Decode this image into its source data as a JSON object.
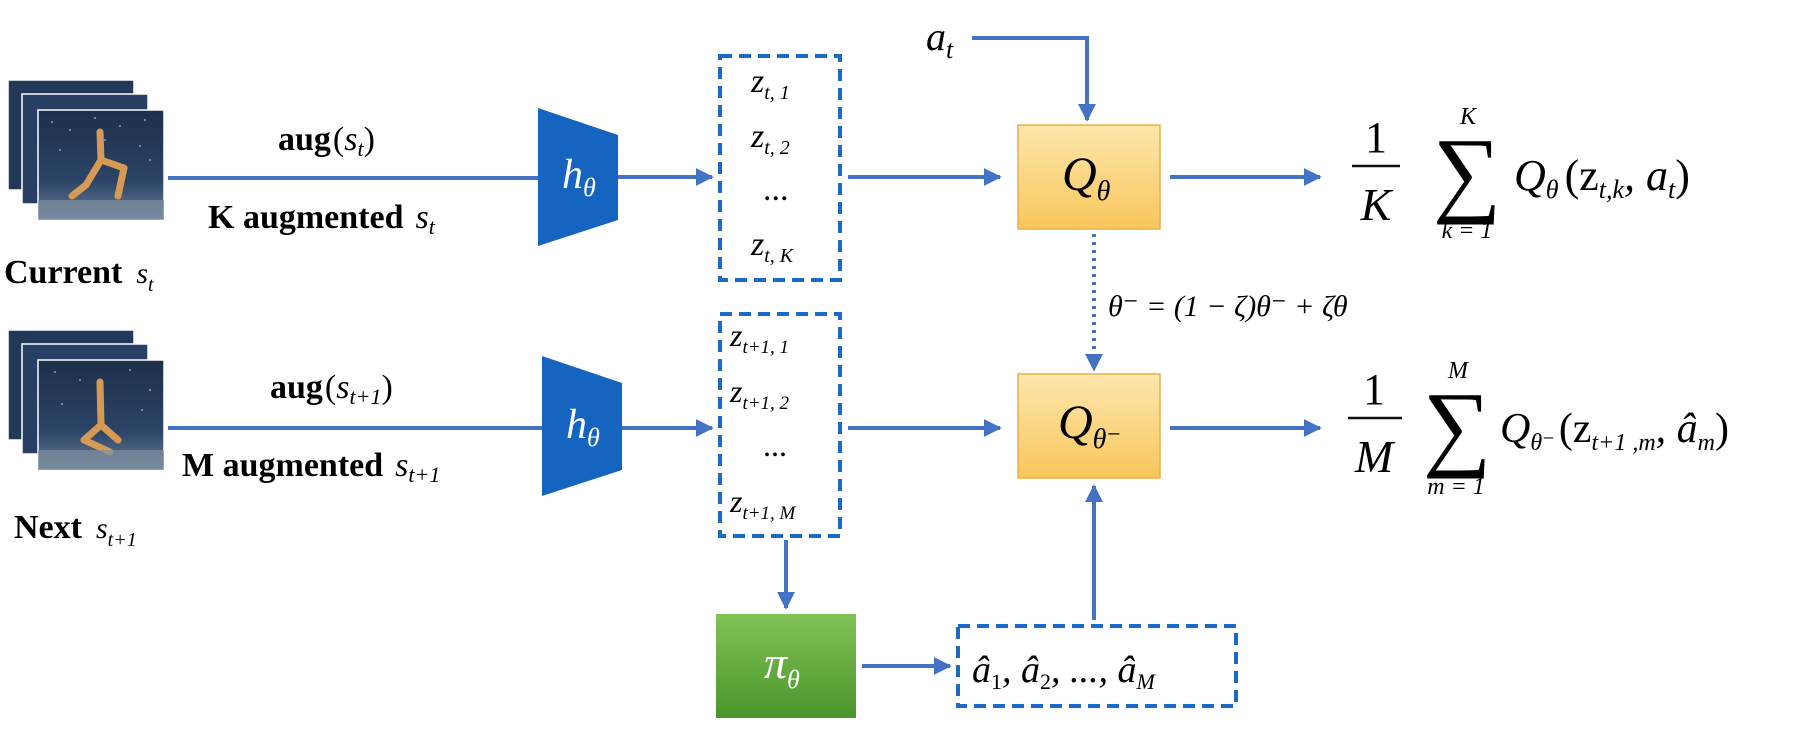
{
  "colors": {
    "arrow": "#4472c4",
    "encoder": "#1565c0",
    "encoder_text": "#ffffff",
    "q_fill_top": "#fde3a0",
    "q_fill_bottom": "#f9c85c",
    "q_border": "#e6a83a",
    "pi_fill_top": "#7fbf52",
    "pi_fill_bottom": "#4e9a2e",
    "dashed_box": "#1a6ac9",
    "background": "#ffffff"
  },
  "icons": {
    "current_frames": "walker-frame-stack-icon",
    "next_frames": "walker-frame-stack-icon"
  },
  "top": {
    "current_label_word": "Current",
    "current_label_var": "s",
    "current_label_sub": "t",
    "aug_word": "aug",
    "aug_arg_var": "s",
    "aug_arg_sub": "t",
    "aug_desc_word": "K augmented",
    "aug_desc_var": "s",
    "aug_desc_sub": "t",
    "encoder_var": "h",
    "encoder_sub": "θ",
    "latents": [
      {
        "var": "z",
        "sub": "t, 1"
      },
      {
        "var": "z",
        "sub": "t, 2"
      },
      {
        "var": "",
        "sub": "...",
        "ellipsis": "..."
      },
      {
        "var": "z",
        "sub": "t, K"
      }
    ],
    "action_var": "a",
    "action_sub": "t",
    "q_var": "Q",
    "q_sub": "θ",
    "output": {
      "frac_num": "1",
      "frac_den": "K",
      "sum_top": "K",
      "sum_bottom": "k = 1",
      "term": "Q",
      "term_sub": "θ",
      "args": "(z",
      "args_sub": "t,k",
      "args_rest": ", a",
      "args_rest_sub": "t",
      "close": ")"
    }
  },
  "target_update": "θ⁻ = (1 − ζ)θ⁻ + ζθ",
  "bottom": {
    "next_label_word": "Next",
    "next_label_var": "s",
    "next_label_sub": "t+1",
    "aug_word": "aug",
    "aug_arg_var": "s",
    "aug_arg_sub": "t+1",
    "aug_desc_word": "M augmented",
    "aug_desc_var": "s",
    "aug_desc_sub": "t+1",
    "encoder_var": "h",
    "encoder_sub": "θ",
    "latents": [
      {
        "var": "z",
        "sub": "t+1, 1"
      },
      {
        "var": "z",
        "sub": "t+1, 2"
      },
      {
        "var": "",
        "sub": "...",
        "ellipsis": "..."
      },
      {
        "var": "z",
        "sub": "t+1, M"
      }
    ],
    "q_var": "Q",
    "q_sub": "θ⁻",
    "policy_var": "π",
    "policy_sub": "θ",
    "sampled_actions": "â₁, â₂, ..., â_M",
    "sampled_actions_parts": [
      "â",
      "1",
      ", â",
      "2",
      ", ..., â",
      "M"
    ],
    "output": {
      "frac_num": "1",
      "frac_den": "M",
      "sum_top": "M",
      "sum_bottom": "m = 1",
      "term": "Q",
      "term_sub": "θ⁻",
      "args": "(z",
      "args_sub": "t+1 ,m",
      "args_rest": ", â",
      "args_rest_sub": "m",
      "close": ")"
    }
  }
}
